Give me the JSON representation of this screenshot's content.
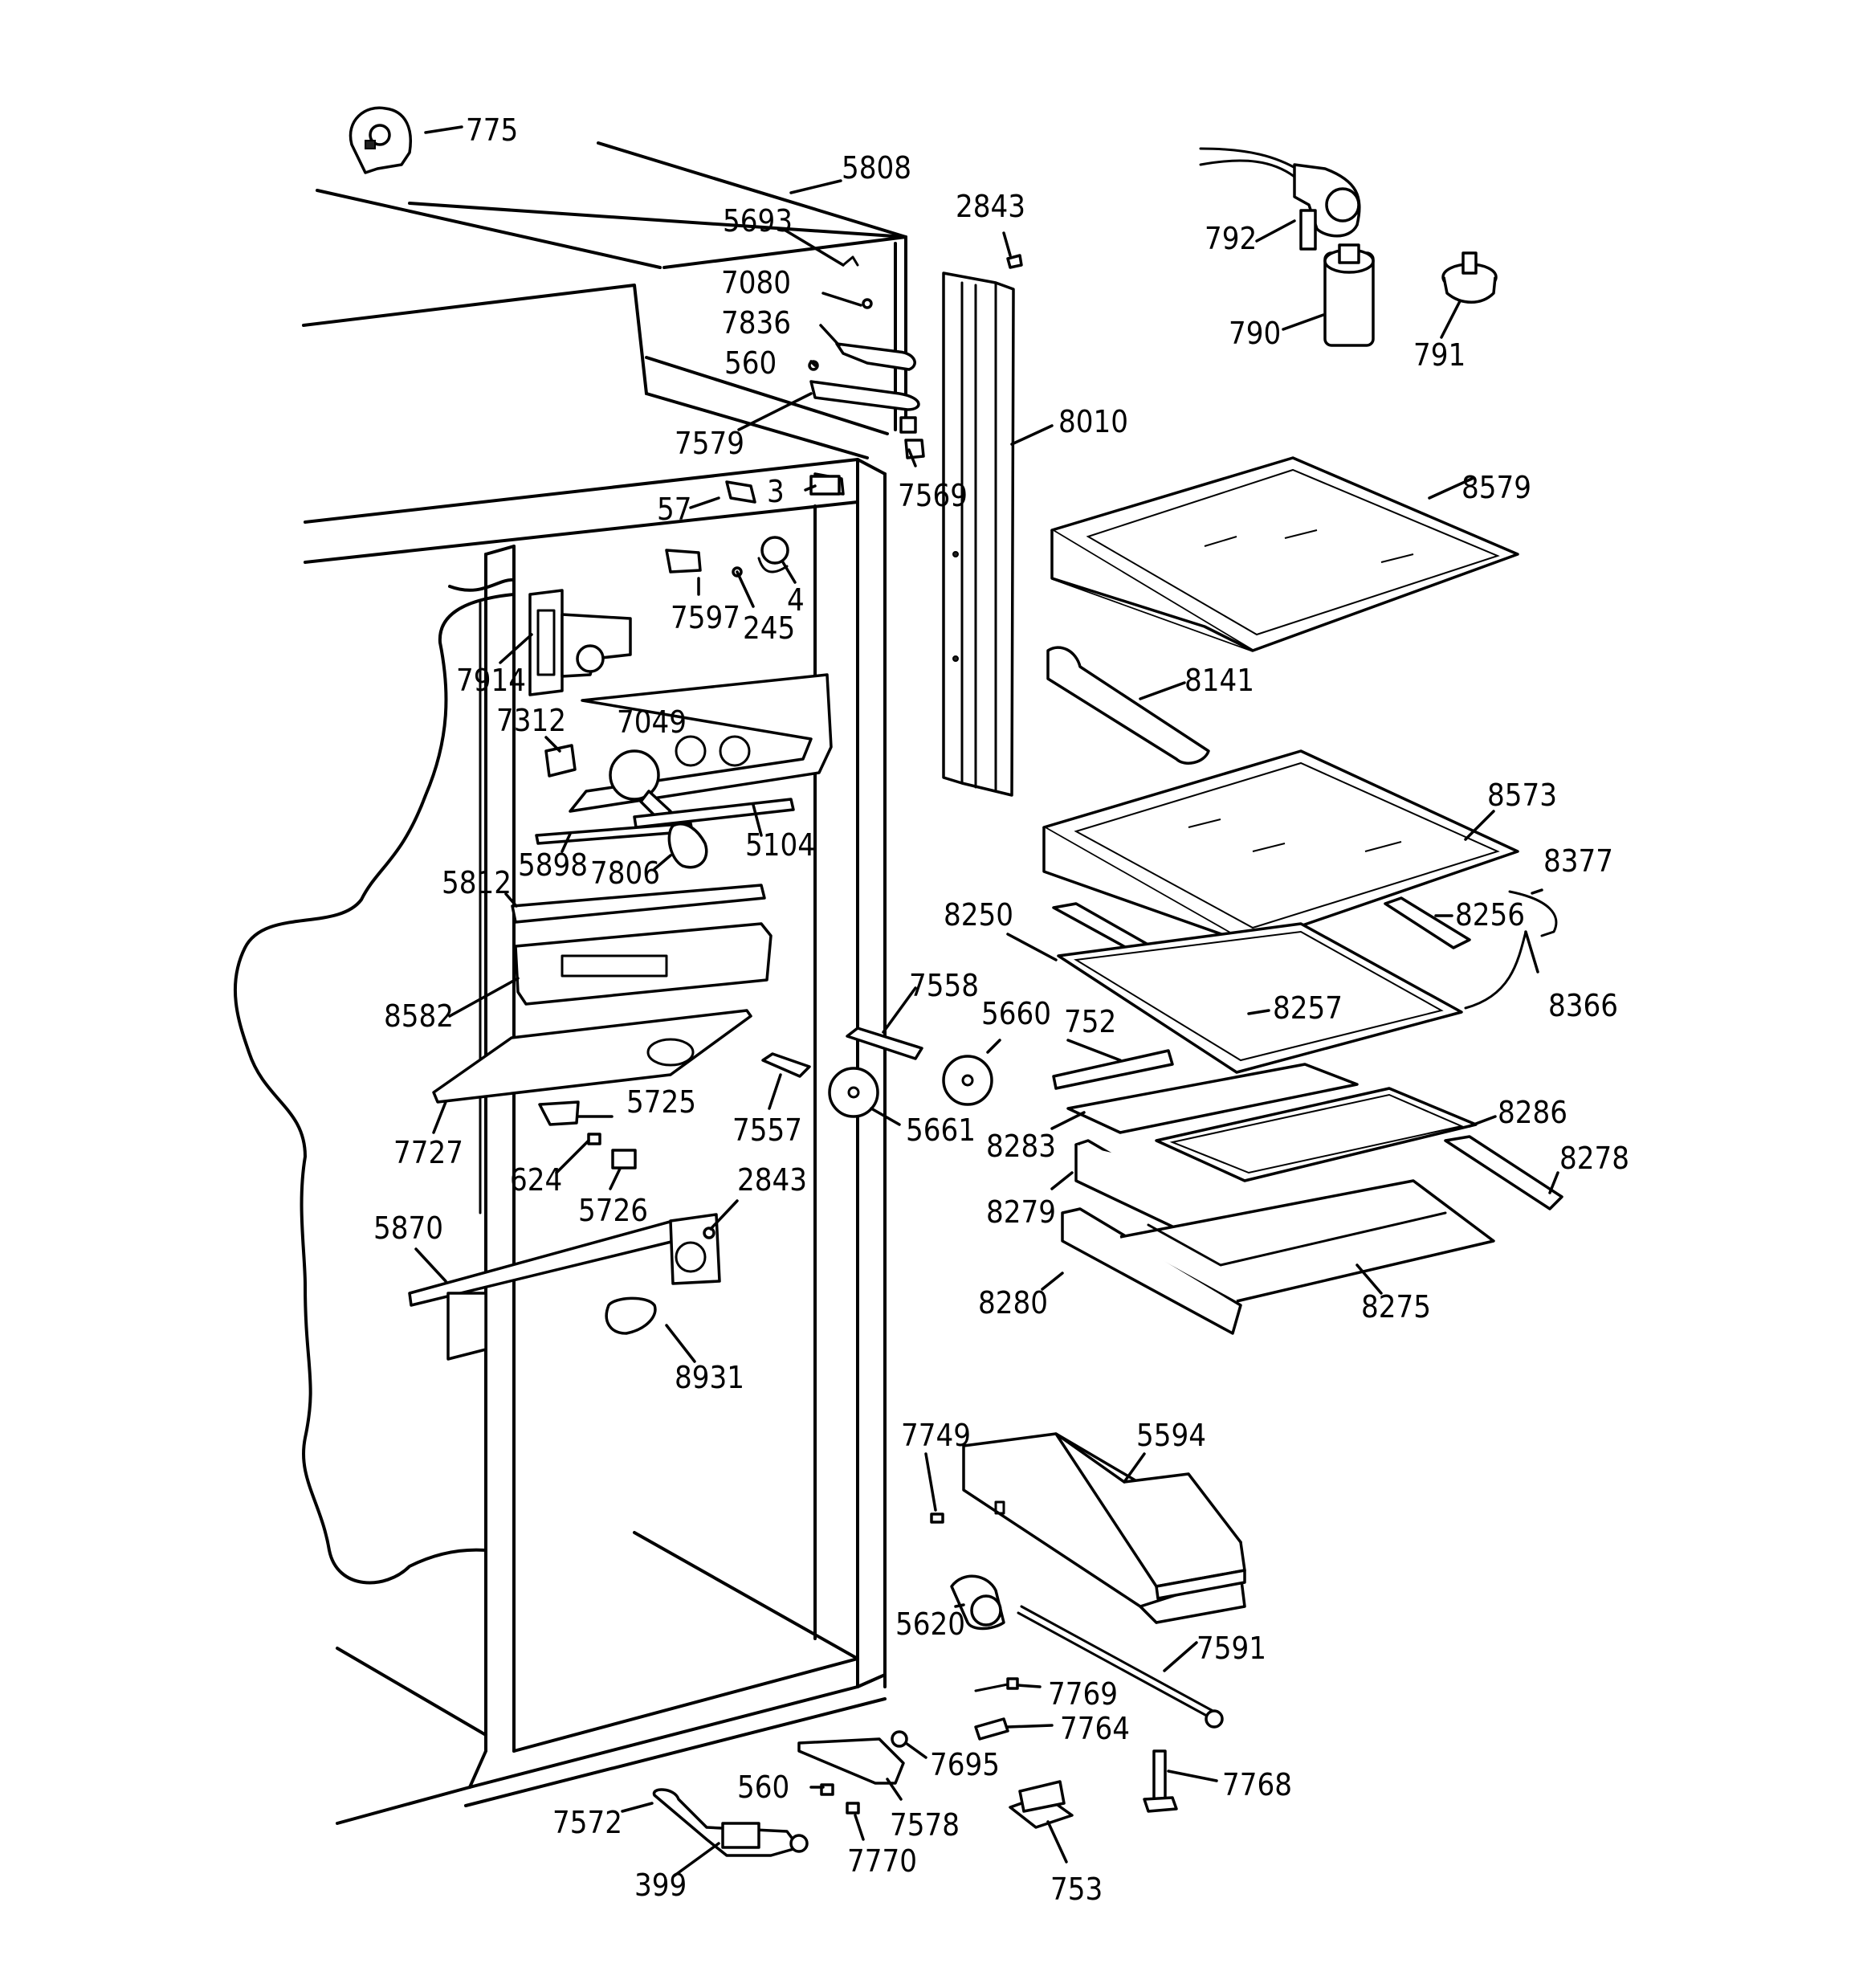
{
  "diagram": {
    "labels": [
      {
        "id": "p775",
        "text": "775"
      },
      {
        "id": "p5808",
        "text": "5808"
      },
      {
        "id": "p5693",
        "text": "5693"
      },
      {
        "id": "p7080",
        "text": "7080"
      },
      {
        "id": "p7836",
        "text": "7836"
      },
      {
        "id": "p560a",
        "text": "560"
      },
      {
        "id": "p7579",
        "text": "7579"
      },
      {
        "id": "p2843a",
        "text": "2843"
      },
      {
        "id": "p8010",
        "text": "8010"
      },
      {
        "id": "p7569",
        "text": "7569"
      },
      {
        "id": "p792",
        "text": "792"
      },
      {
        "id": "p790",
        "text": "790"
      },
      {
        "id": "p791",
        "text": "791"
      },
      {
        "id": "p8579",
        "text": "8579"
      },
      {
        "id": "p57",
        "text": "57"
      },
      {
        "id": "p3",
        "text": "3"
      },
      {
        "id": "p4",
        "text": "4"
      },
      {
        "id": "p7597",
        "text": "7597"
      },
      {
        "id": "p245",
        "text": "245"
      },
      {
        "id": "p7914",
        "text": "7914"
      },
      {
        "id": "p8141",
        "text": "8141"
      },
      {
        "id": "p7312",
        "text": "7312"
      },
      {
        "id": "p7049",
        "text": "7049"
      },
      {
        "id": "p5104",
        "text": "5104"
      },
      {
        "id": "p8573",
        "text": "8573"
      },
      {
        "id": "p5898",
        "text": "5898"
      },
      {
        "id": "p7806",
        "text": "7806"
      },
      {
        "id": "p8377",
        "text": "8377"
      },
      {
        "id": "p5812",
        "text": "5812"
      },
      {
        "id": "p8250",
        "text": "8250"
      },
      {
        "id": "p8256",
        "text": "8256"
      },
      {
        "id": "p8582",
        "text": "8582"
      },
      {
        "id": "p7558",
        "text": "7558"
      },
      {
        "id": "p5660",
        "text": "5660"
      },
      {
        "id": "p752",
        "text": "752"
      },
      {
        "id": "p8257",
        "text": "8257"
      },
      {
        "id": "p8366",
        "text": "8366"
      },
      {
        "id": "p5725",
        "text": "5725"
      },
      {
        "id": "p7557",
        "text": "7557"
      },
      {
        "id": "p5661",
        "text": "5661"
      },
      {
        "id": "p8286",
        "text": "8286"
      },
      {
        "id": "p7727",
        "text": "7727"
      },
      {
        "id": "p8283",
        "text": "8283"
      },
      {
        "id": "p8278",
        "text": "8278"
      },
      {
        "id": "p624",
        "text": "624"
      },
      {
        "id": "p2843b",
        "text": "2843"
      },
      {
        "id": "p5726",
        "text": "5726"
      },
      {
        "id": "p8279",
        "text": "8279"
      },
      {
        "id": "p5870",
        "text": "5870"
      },
      {
        "id": "p8280",
        "text": "8280"
      },
      {
        "id": "p8275",
        "text": "8275"
      },
      {
        "id": "p8931",
        "text": "8931"
      },
      {
        "id": "p7749",
        "text": "7749"
      },
      {
        "id": "p5594",
        "text": "5594"
      },
      {
        "id": "p5620",
        "text": "5620"
      },
      {
        "id": "p7591",
        "text": "7591"
      },
      {
        "id": "p7769",
        "text": "7769"
      },
      {
        "id": "p7764",
        "text": "7764"
      },
      {
        "id": "p7695",
        "text": "7695"
      },
      {
        "id": "p7768",
        "text": "7768"
      },
      {
        "id": "p560b",
        "text": "560"
      },
      {
        "id": "p7572",
        "text": "7572"
      },
      {
        "id": "p7578",
        "text": "7578"
      },
      {
        "id": "p7770",
        "text": "7770"
      },
      {
        "id": "p753",
        "text": "753"
      },
      {
        "id": "p399",
        "text": "399"
      }
    ]
  }
}
